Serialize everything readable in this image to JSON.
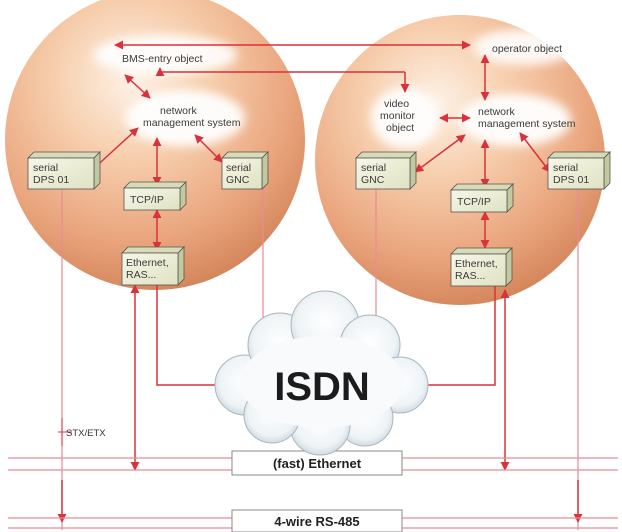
{
  "colors": {
    "connector": "#d8323c",
    "bus_line": "#ea8a98",
    "sphere_light": "#fbe3cf",
    "sphere_dark": "#d98a5f",
    "box_fill": "#eef0d8"
  },
  "left_node": {
    "bms_entry": "BMS-entry object",
    "nms_line1": "network",
    "nms_line2": "management system",
    "serial_dps_line1": "serial",
    "serial_dps_line2": "DPS 01",
    "serial_gnc_line1": "serial",
    "serial_gnc_line2": "GNC",
    "tcpip": "TCP/IP",
    "ethernet_line1": "Ethernet,",
    "ethernet_line2": "RAS..."
  },
  "right_node": {
    "operator": "operator object",
    "video_line1": "video",
    "video_line2": "monitor",
    "video_line3": "object",
    "nms_line1": "network",
    "nms_line2": "management system",
    "serial_gnc_line1": "serial",
    "serial_gnc_line2": "GNC",
    "serial_dps_line1": "serial",
    "serial_dps_line2": "DPS 01",
    "tcpip": "TCP/IP",
    "ethernet_line1": "Ethernet,",
    "ethernet_line2": "RAS..."
  },
  "network": {
    "isdn": "ISDN",
    "stx_etx": "STX/ETX",
    "fast_ethernet": "(fast) Ethernet",
    "rs485": "4-wire RS-485"
  }
}
